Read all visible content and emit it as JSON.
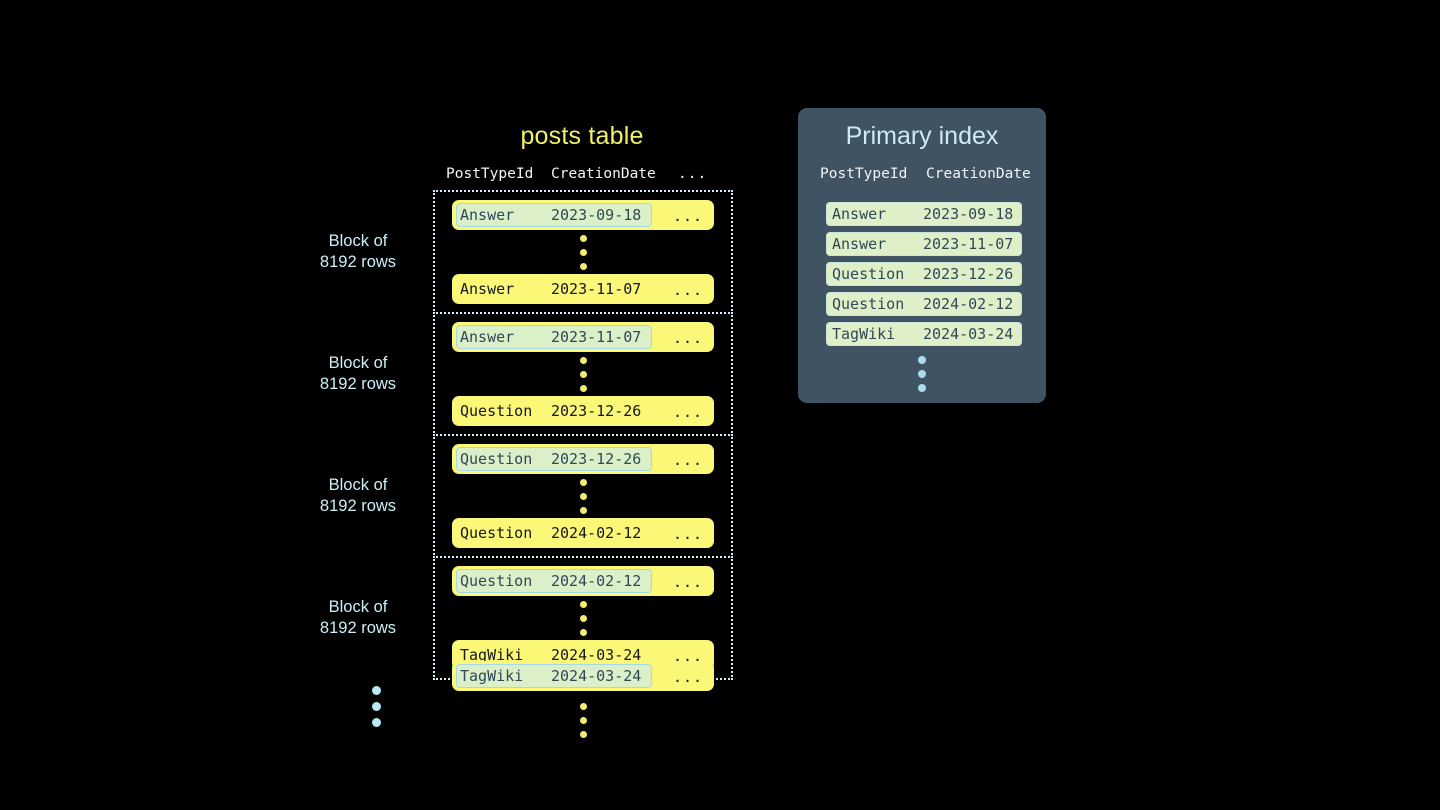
{
  "posts_table": {
    "title": "posts table",
    "columns": [
      "PostTypeId",
      "CreationDate",
      "..."
    ],
    "ellipsis": "...",
    "block_label": "Block of\n8192 rows",
    "block_label_line1": "Block of",
    "block_label_line2": "8192 rows",
    "blocks": [
      {
        "label": "Block of 8192 rows",
        "first_row": {
          "type": "Answer",
          "date": "2023-09-18",
          "more": "...",
          "highlighted": true
        },
        "last_row": {
          "type": "Answer",
          "date": "2023-11-07",
          "more": "...",
          "highlighted": false
        }
      },
      {
        "label": "Block of 8192 rows",
        "first_row": {
          "type": "Answer",
          "date": "2023-11-07",
          "more": "...",
          "highlighted": true
        },
        "last_row": {
          "type": "Question",
          "date": "2023-12-26",
          "more": "...",
          "highlighted": false
        }
      },
      {
        "label": "Block of 8192 rows",
        "first_row": {
          "type": "Question",
          "date": "2023-12-26",
          "more": "...",
          "highlighted": true
        },
        "last_row": {
          "type": "Question",
          "date": "2024-02-12",
          "more": "...",
          "highlighted": false
        }
      },
      {
        "label": "Block of 8192 rows",
        "first_row": {
          "type": "Question",
          "date": "2024-02-12",
          "more": "...",
          "highlighted": true
        },
        "last_row": {
          "type": "TagWiki",
          "date": "2024-03-24",
          "more": "...",
          "highlighted": false
        }
      }
    ],
    "trailing_row": {
      "type": "TagWiki",
      "date": "2024-03-24",
      "more": "...",
      "highlighted": true
    }
  },
  "primary_index": {
    "title": "Primary index",
    "columns": [
      "PostTypeId",
      "CreationDate"
    ],
    "rows": [
      {
        "type": "Answer",
        "date": "2023-09-18"
      },
      {
        "type": "Answer",
        "date": "2023-11-07"
      },
      {
        "type": "Question",
        "date": "2023-12-26"
      },
      {
        "type": "Question",
        "date": "2024-02-12"
      },
      {
        "type": "TagWiki",
        "date": "2024-03-24"
      }
    ]
  },
  "colors": {
    "background": "#000000",
    "row_yellow": "#fbf878",
    "highlight_green": "#dbf0c9",
    "highlight_border": "#a7d8e8",
    "panel_slate": "#3f5362",
    "accent_blue": "#cfeef5",
    "title_yellow": "#f2f06a",
    "dot_yellow": "#f2ef6e",
    "dot_blue": "#b9e8f5"
  }
}
